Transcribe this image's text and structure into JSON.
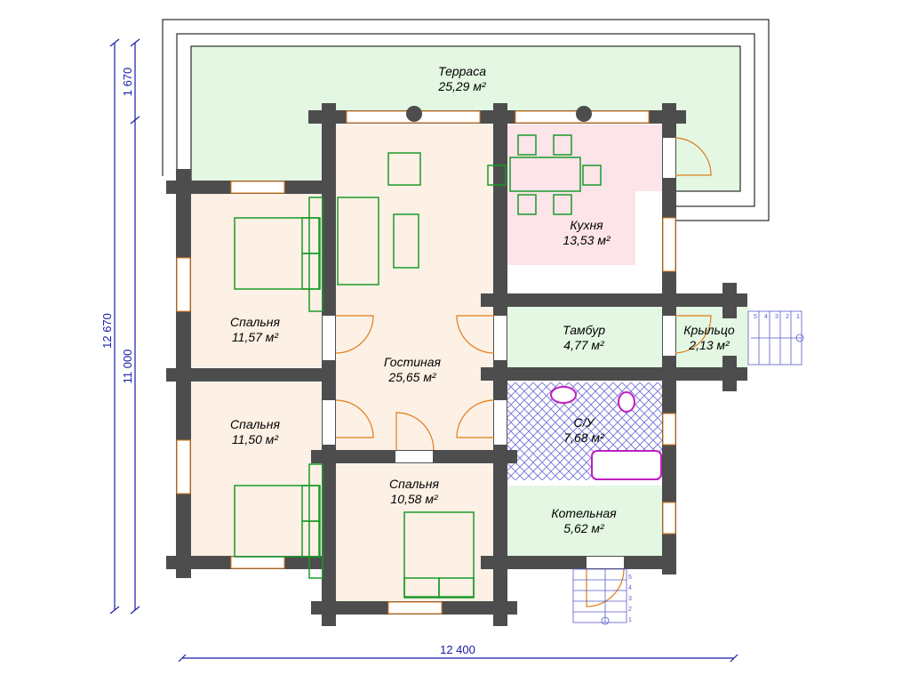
{
  "rooms": [
    {
      "name": "Терраса",
      "area": "25,29 м²"
    },
    {
      "name": "Кухня",
      "area": "13,53 м²"
    },
    {
      "name": "Спальня",
      "area": "11,57 м²"
    },
    {
      "name": "Гостиная",
      "area": "25,65 м²"
    },
    {
      "name": "Тамбур",
      "area": "4,77 м²"
    },
    {
      "name": "Крыльцо",
      "area": "2,13 м²"
    },
    {
      "name": "Спальня",
      "area": "11,50 м²"
    },
    {
      "name": "С/У",
      "area": "7,68 м²"
    },
    {
      "name": "Спальня",
      "area": "10,58 м²"
    },
    {
      "name": "Котельная",
      "area": "5,62 м²"
    }
  ],
  "dimensions": {
    "total_height": "12 670",
    "house_height": "11 000",
    "terrace_depth": "1 670",
    "width": "12 400"
  },
  "stairs": {
    "steps": [
      "1",
      "2",
      "3",
      "4",
      "5"
    ]
  },
  "colors": {
    "wall": "#4d4d4d",
    "terrace": "#e3f7e3",
    "living": "#fdf0e4",
    "kitchen": "#fce4e8",
    "dim": "#1a1aa8",
    "bath": "#5a5ad0"
  }
}
